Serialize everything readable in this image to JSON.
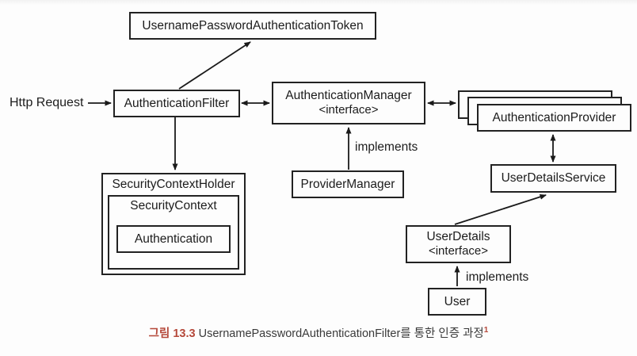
{
  "diagram": {
    "http_request_label": "Http Request",
    "boxes": {
      "token": "UsernamePasswordAuthenticationToken",
      "auth_filter": "AuthenticationFilter",
      "auth_manager_line1": "AuthenticationManager",
      "auth_manager_line2": "<interface>",
      "auth_provider": "AuthenticationProvider",
      "provider_manager": "ProviderManager",
      "user_details_service": "UserDetailsService",
      "security_context_holder": "SecurityContextHolder",
      "security_context": "SecurityContext",
      "authentication": "Authentication",
      "user_details_line1": "UserDetails",
      "user_details_line2": "<interface>",
      "user": "User"
    },
    "edge_labels": {
      "implements_provider_manager": "implements",
      "implements_user": "implements"
    }
  },
  "caption": {
    "figure_label": "그림 13.3",
    "title": " UsernamePasswordAuthenticationFilter를 통한 인증 과정",
    "footnote_marker": "1"
  },
  "colors": {
    "caption_accent": "#b5483a",
    "line_color": "#1a1a1a",
    "background": "#fdfdfd"
  }
}
